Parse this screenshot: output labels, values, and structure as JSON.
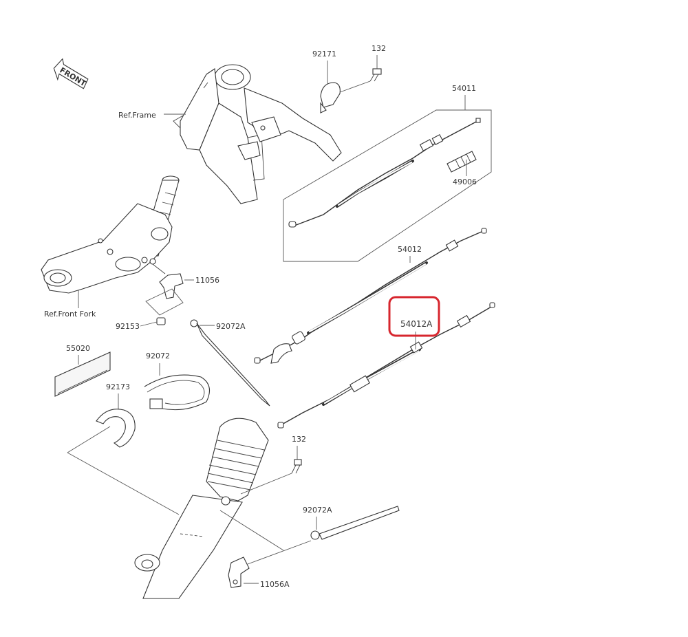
{
  "labels": {
    "front": "FRONT",
    "ref_frame": "Ref.Frame",
    "ref_front_fork": "Ref.Front Fork",
    "p92171": "92171",
    "p132_top": "132",
    "p54011": "54011",
    "p49006": "49006",
    "p54012": "54012",
    "p54012A": "54012A",
    "p11056": "11056",
    "p92153": "92153",
    "p92072A_top": "92072A",
    "p55020": "55020",
    "p92072": "92072",
    "p92173": "92173",
    "p132_bottom": "132",
    "p92072A_bottom": "92072A",
    "p11056A": "11056A"
  },
  "highlight": {
    "target": "54012A",
    "color": "#d7262e"
  }
}
